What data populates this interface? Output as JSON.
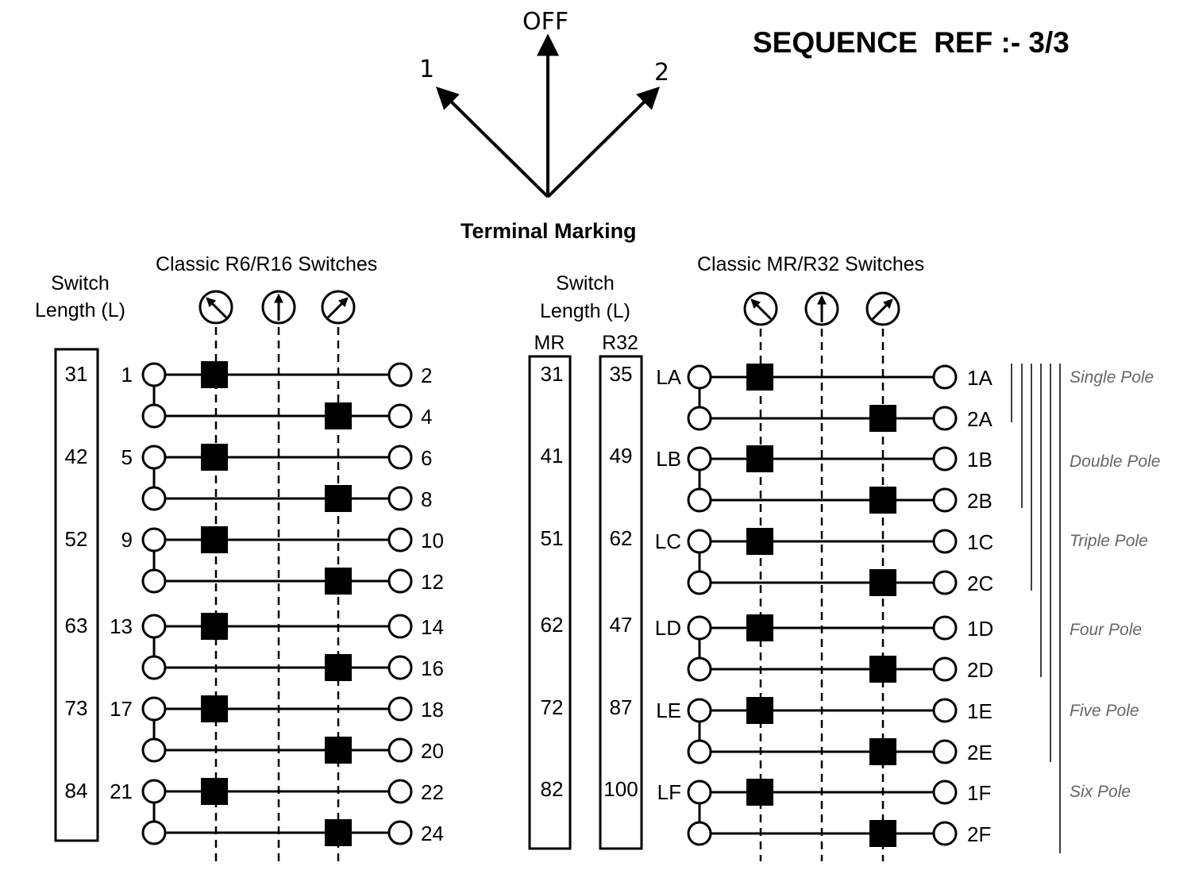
{
  "title": "SEQUENCE  REF :- 3/3",
  "selector": {
    "caption": "Terminal Marking",
    "positions": [
      "1",
      "OFF",
      "2"
    ]
  },
  "left_panel": {
    "title": "Classic R6/R16 Switches",
    "length_header": [
      "Switch",
      "Length (L)"
    ],
    "lengths": [
      "31",
      "42",
      "52",
      "63",
      "73",
      "84"
    ],
    "contacts": [
      {
        "top_in": "1",
        "top_out": "2",
        "bot_out": "4"
      },
      {
        "top_in": "5",
        "top_out": "6",
        "bot_out": "8"
      },
      {
        "top_in": "9",
        "top_out": "10",
        "bot_out": "12"
      },
      {
        "top_in": "13",
        "top_out": "14",
        "bot_out": "16"
      },
      {
        "top_in": "17",
        "top_out": "18",
        "bot_out": "20"
      },
      {
        "top_in": "21",
        "top_out": "22",
        "bot_out": "24"
      }
    ]
  },
  "right_panel": {
    "title": "Classic MR/R32 Switches",
    "length_header": [
      "Switch",
      "Length (L)"
    ],
    "col_headers": [
      "MR",
      "R32"
    ],
    "lengths_mr": [
      "31",
      "41",
      "51",
      "62",
      "72",
      "82"
    ],
    "lengths_r32": [
      "35",
      "49",
      "62",
      "47",
      "87",
      "100"
    ],
    "contacts": [
      {
        "top_in": "LA",
        "top_out": "1A",
        "bot_out": "2A"
      },
      {
        "top_in": "LB",
        "top_out": "1B",
        "bot_out": "2B"
      },
      {
        "top_in": "LC",
        "top_out": "1C",
        "bot_out": "2C"
      },
      {
        "top_in": "LD",
        "top_out": "1D",
        "bot_out": "2D"
      },
      {
        "top_in": "LE",
        "top_out": "1E",
        "bot_out": "2E"
      },
      {
        "top_in": "LF",
        "top_out": "1F",
        "bot_out": "2F"
      }
    ]
  },
  "poles": [
    "Single Pole",
    "Double Pole",
    "Triple Pole",
    "Four Pole",
    "Five Pole",
    "Six Pole"
  ],
  "position_icons": [
    "position-1-icon",
    "position-off-icon",
    "position-2-icon"
  ],
  "closed_contact_map": {
    "top_row": "position-1",
    "bottom_row": "position-2"
  }
}
